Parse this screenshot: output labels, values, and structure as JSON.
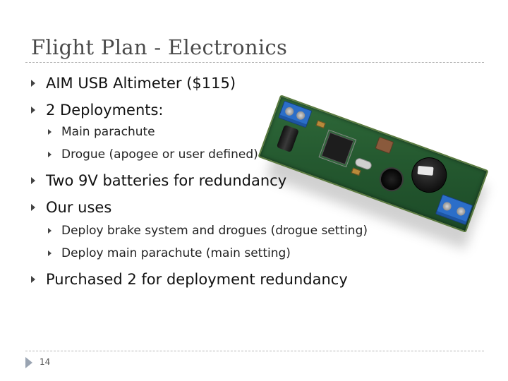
{
  "slide": {
    "title": "Flight Plan - Electronics",
    "page_number": "14"
  },
  "bullets": [
    {
      "text": "AIM USB Altimeter ($115)",
      "level": 1
    },
    {
      "text": "2 Deployments:",
      "level": 1
    },
    {
      "text": "Main parachute",
      "level": 2
    },
    {
      "text": "Drogue (apogee or user defined)",
      "level": 2
    },
    {
      "text": "Two 9V batteries for redundancy",
      "level": 1
    },
    {
      "text": "Our uses",
      "level": 1
    },
    {
      "text": "Deploy brake system and drogues (drogue setting)",
      "level": 2
    },
    {
      "text": "Deploy main parachute (main setting)",
      "level": 2
    },
    {
      "text": "Purchased 2 for deployment redundancy",
      "level": 1
    }
  ],
  "image": {
    "subject": "altimeter-circuit-board",
    "colors": {
      "pcb": "#255a30",
      "terminal": "#2b6ec9"
    }
  }
}
